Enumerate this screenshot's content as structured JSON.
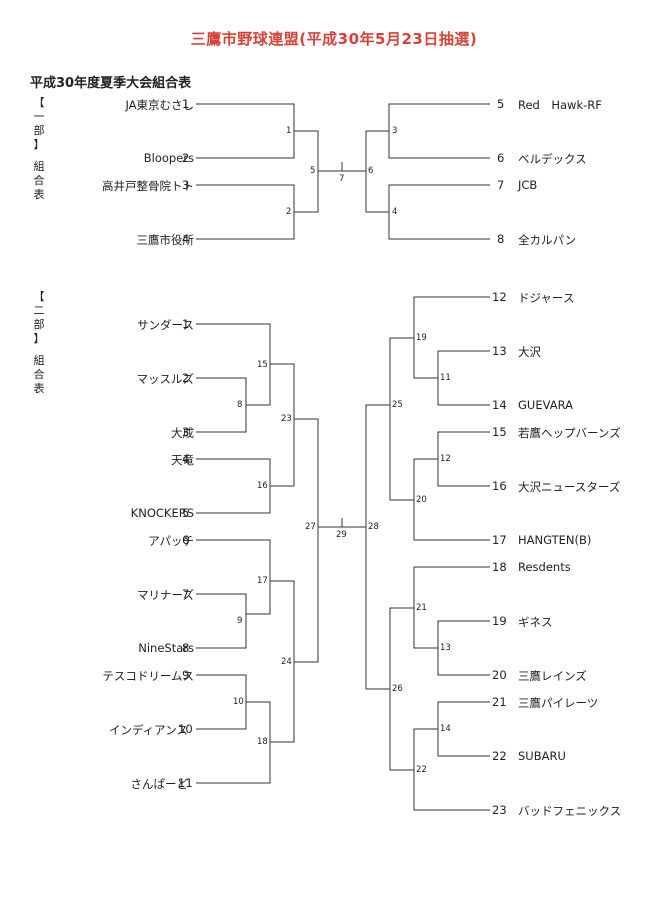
{
  "title": "三鷹市野球連盟(平成30年5月23日抽選)",
  "subtitle": "平成30年度夏季大会組合表",
  "section1_label": [
    "【",
    "一",
    "部",
    "】",
    "",
    "組",
    "合",
    "表"
  ],
  "section2_label": [
    "【",
    "二",
    "部",
    "】",
    "",
    "組",
    "合",
    "表"
  ],
  "division1": {
    "left": [
      {
        "no": "1",
        "name": "JA東京むさし"
      },
      {
        "no": "2",
        "name": "Bloopers"
      },
      {
        "no": "3",
        "name": "高井戸整骨院トト"
      },
      {
        "no": "4",
        "name": "三鷹市役所"
      }
    ],
    "right": [
      {
        "no": "5",
        "name": "Red　Hawk-RF"
      },
      {
        "no": "6",
        "name": "ベルデックス"
      },
      {
        "no": "7",
        "name": "JCB"
      },
      {
        "no": "8",
        "name": "全カルパン"
      }
    ],
    "matches": [
      "1",
      "2",
      "3",
      "4",
      "5",
      "6",
      "7"
    ]
  },
  "division2": {
    "left": [
      {
        "no": "1",
        "name": "サンダース"
      },
      {
        "no": "2",
        "name": "マッスルズ"
      },
      {
        "no": "3",
        "name": "大成"
      },
      {
        "no": "4",
        "name": "天竜"
      },
      {
        "no": "5",
        "name": "KNOCKERS"
      },
      {
        "no": "6",
        "name": "アパッチ"
      },
      {
        "no": "7",
        "name": "マリナーズ"
      },
      {
        "no": "8",
        "name": "NineStars"
      },
      {
        "no": "9",
        "name": "テスコドリームス"
      },
      {
        "no": "10",
        "name": "インディアンス"
      },
      {
        "no": "11",
        "name": "さんぱーど"
      }
    ],
    "right": [
      {
        "no": "12",
        "name": "ドジャース"
      },
      {
        "no": "13",
        "name": "大沢"
      },
      {
        "no": "14",
        "name": "GUEVARA"
      },
      {
        "no": "15",
        "name": "若鷹ヘップバーンズ"
      },
      {
        "no": "16",
        "name": "大沢ニュースターズ"
      },
      {
        "no": "17",
        "name": "HANGTEN(B)"
      },
      {
        "no": "18",
        "name": "Resdents"
      },
      {
        "no": "19",
        "name": "ギネス"
      },
      {
        "no": "20",
        "name": "三鷹レインズ"
      },
      {
        "no": "21",
        "name": "三鷹パイレーツ"
      },
      {
        "no": "22",
        "name": "SUBARU"
      },
      {
        "no": "23",
        "name": "バッドフェニックス"
      }
    ],
    "matches": [
      "8",
      "15",
      "16",
      "23",
      "17",
      "9",
      "10",
      "18",
      "24",
      "27",
      "29",
      "28",
      "25",
      "26",
      "19",
      "11",
      "20",
      "12",
      "21",
      "13",
      "22",
      "14"
    ]
  }
}
